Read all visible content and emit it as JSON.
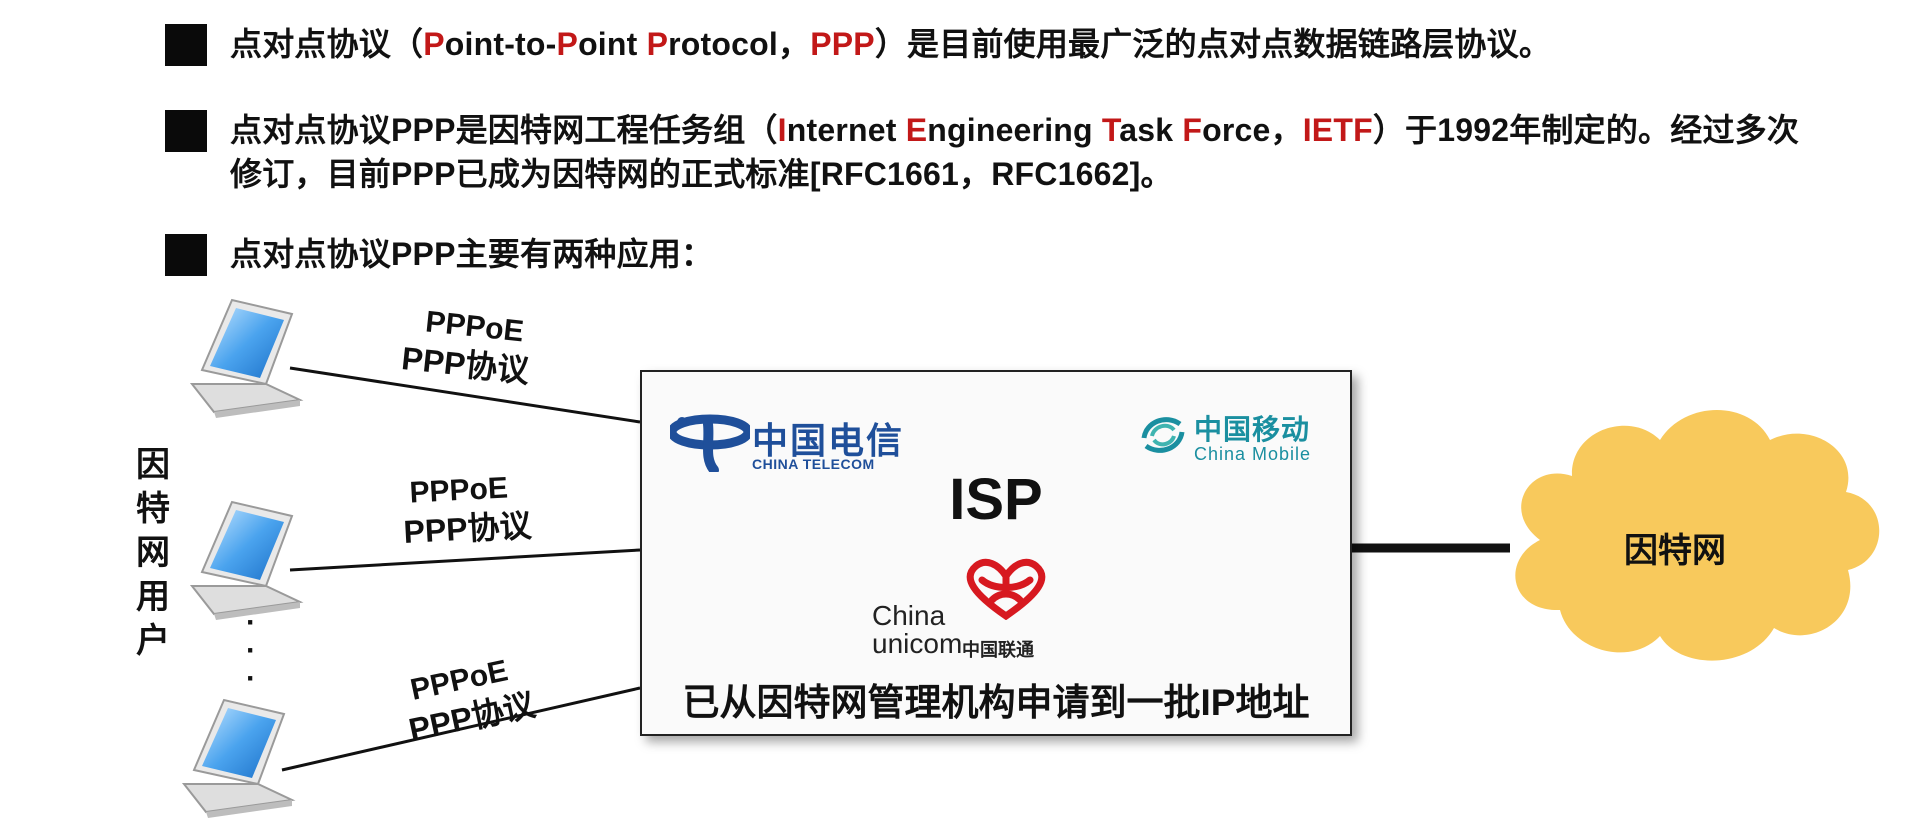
{
  "bullets": [
    {
      "segments": [
        {
          "t": "点对点协议（",
          "red": false
        },
        {
          "t": "P",
          "red": true
        },
        {
          "t": "oint-to-",
          "red": false
        },
        {
          "t": "P",
          "red": true
        },
        {
          "t": "oint ",
          "red": false
        },
        {
          "t": "P",
          "red": true
        },
        {
          "t": "rotocol，",
          "red": false
        },
        {
          "t": "PPP",
          "red": true
        },
        {
          "t": "）是目前使用最广泛的点对点数据链路层协议。",
          "red": false
        }
      ]
    },
    {
      "segments": [
        {
          "t": "点对点协议PPP是因特网工程任务组（",
          "red": false
        },
        {
          "t": "I",
          "red": true
        },
        {
          "t": "nternet ",
          "red": false
        },
        {
          "t": "E",
          "red": true
        },
        {
          "t": "ngineering ",
          "red": false
        },
        {
          "t": "T",
          "red": true
        },
        {
          "t": "ask ",
          "red": false
        },
        {
          "t": "F",
          "red": true
        },
        {
          "t": "orce，",
          "red": false
        },
        {
          "t": "IETF",
          "red": true
        },
        {
          "t": "）于1992年制定的。经过多次",
          "red": false
        }
      ],
      "line2": "修订，目前PPP已成为因特网的正式标准[RFC1661，RFC1662]。"
    },
    {
      "segments": [
        {
          "t": "点对点协议PPP主要有两种应用：",
          "red": false
        }
      ]
    }
  ],
  "diagram": {
    "users_label_chars": [
      "因",
      "特",
      "网",
      "用",
      "户"
    ],
    "ellipsis": [
      "·",
      "·",
      "·"
    ],
    "link_labels": [
      {
        "line1": "PPPoE",
        "line2": "PPP协议"
      },
      {
        "line1": "PPPoE",
        "line2": "PPP协议"
      },
      {
        "line1": "PPPoE",
        "line2": "PPP协议"
      }
    ],
    "isp": {
      "title": "ISP",
      "footer": "已从因特网管理机构申请到一批IP地址",
      "telecom_cn": "中国电信",
      "telecom_en": "CHINA TELECOM",
      "mobile_cn": "中国移动",
      "mobile_en": "China Mobile",
      "unicom_en1": "China",
      "unicom_en2": "unicom",
      "unicom_cn": "中国联通"
    },
    "internet_label": "因特网"
  },
  "colors": {
    "accent_red": "#c21818",
    "cloud": "#f8c95c",
    "telecom_blue": "#1f4f9a",
    "mobile_teal": "#1a8fa0",
    "unicom_red": "#d71920"
  }
}
